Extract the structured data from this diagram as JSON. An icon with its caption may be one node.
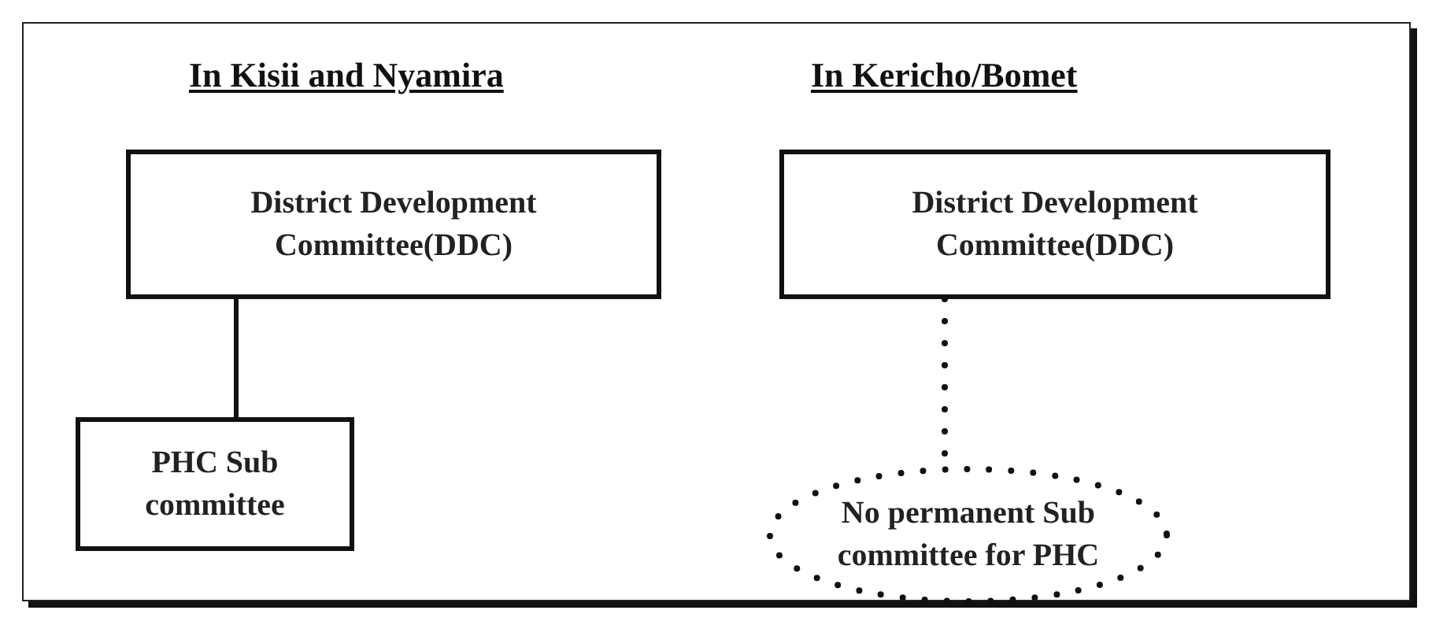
{
  "diagram": {
    "nodes": [
      {
        "text": [
          "District Development Committee(DDC)"
        ]
      },
      {
        "text": [
          "PHC Sub committee"
        ]
      },
      {
        "text": [
          "District Development Committee(DDC)"
        ]
      },
      {
        "text": [
          "No permanent Sub committee for PHC"
        ]
      }
    ],
    "edges": [
      {
        "from": 0,
        "to": 1,
        "arrow": "none"
      },
      {
        "from": 2,
        "to": 3,
        "arrow": "none",
        "style": "dashed"
      }
    ],
    "labels": [
      "In Kisii and Nyamira",
      "In Kericho/Bomet"
    ]
  }
}
